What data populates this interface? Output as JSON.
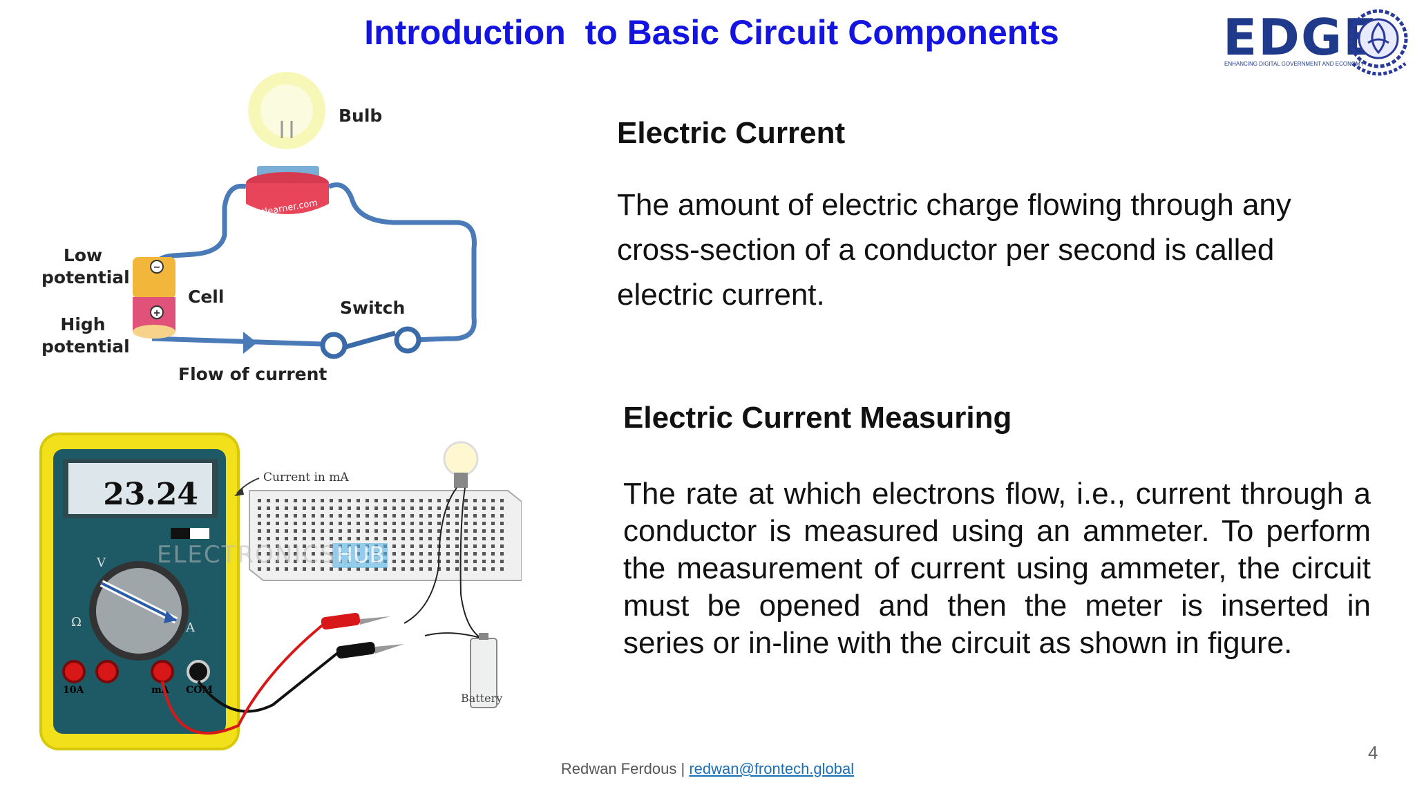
{
  "title": "Introduction  to Basic Circuit Components",
  "logo": {
    "name": "EDGE",
    "tagline": "ENHANCING DIGITAL GOVERNMENT AND ECONOMY"
  },
  "circuit_diagram": {
    "bulb_label": "Bulb",
    "base_watermark": "atlearner.com",
    "low_potential": "Low\npotential",
    "high_potential": "High\npotential",
    "cell_label": "Cell",
    "switch_label": "Switch",
    "flow_label": "Flow of current",
    "minus_sign": "−",
    "plus_sign": "+"
  },
  "meter_diagram": {
    "display_value": "23.24",
    "current_label": "Current in mA",
    "watermark_prefix": "ELECTRONICS",
    "watermark_suffix": "HUB",
    "port_10a": "10A",
    "port_ma": "mA",
    "port_com": "COM",
    "dial_v": "V",
    "dial_a": "A",
    "dial_ohm": "Ω",
    "battery_label": "Battery"
  },
  "section1": {
    "heading": "Electric Current",
    "lines": [
      "The amount of electric charge flowing through any",
      "cross-section of a conductor per second is called",
      "electric current."
    ]
  },
  "section2": {
    "heading": "Electric Current Measuring",
    "paragraph": "The rate at which electrons flow, i.e., current through a conductor is measured using an ammeter. To perform the measurement of current using ammeter, the circuit must be opened and then the meter is inserted in series or in-line with the circuit as shown in figure."
  },
  "footer": {
    "author": "Redwan Ferdous | ",
    "email": "redwan@frontech.global"
  },
  "page_number": "4",
  "colors": {
    "title": "#1414e0",
    "logo": "#1f3a8a",
    "wire": "#4a7ab8",
    "bulb_base": "#e8455a",
    "meter_body": "#f2e11a",
    "meter_face": "#1e5a66"
  }
}
